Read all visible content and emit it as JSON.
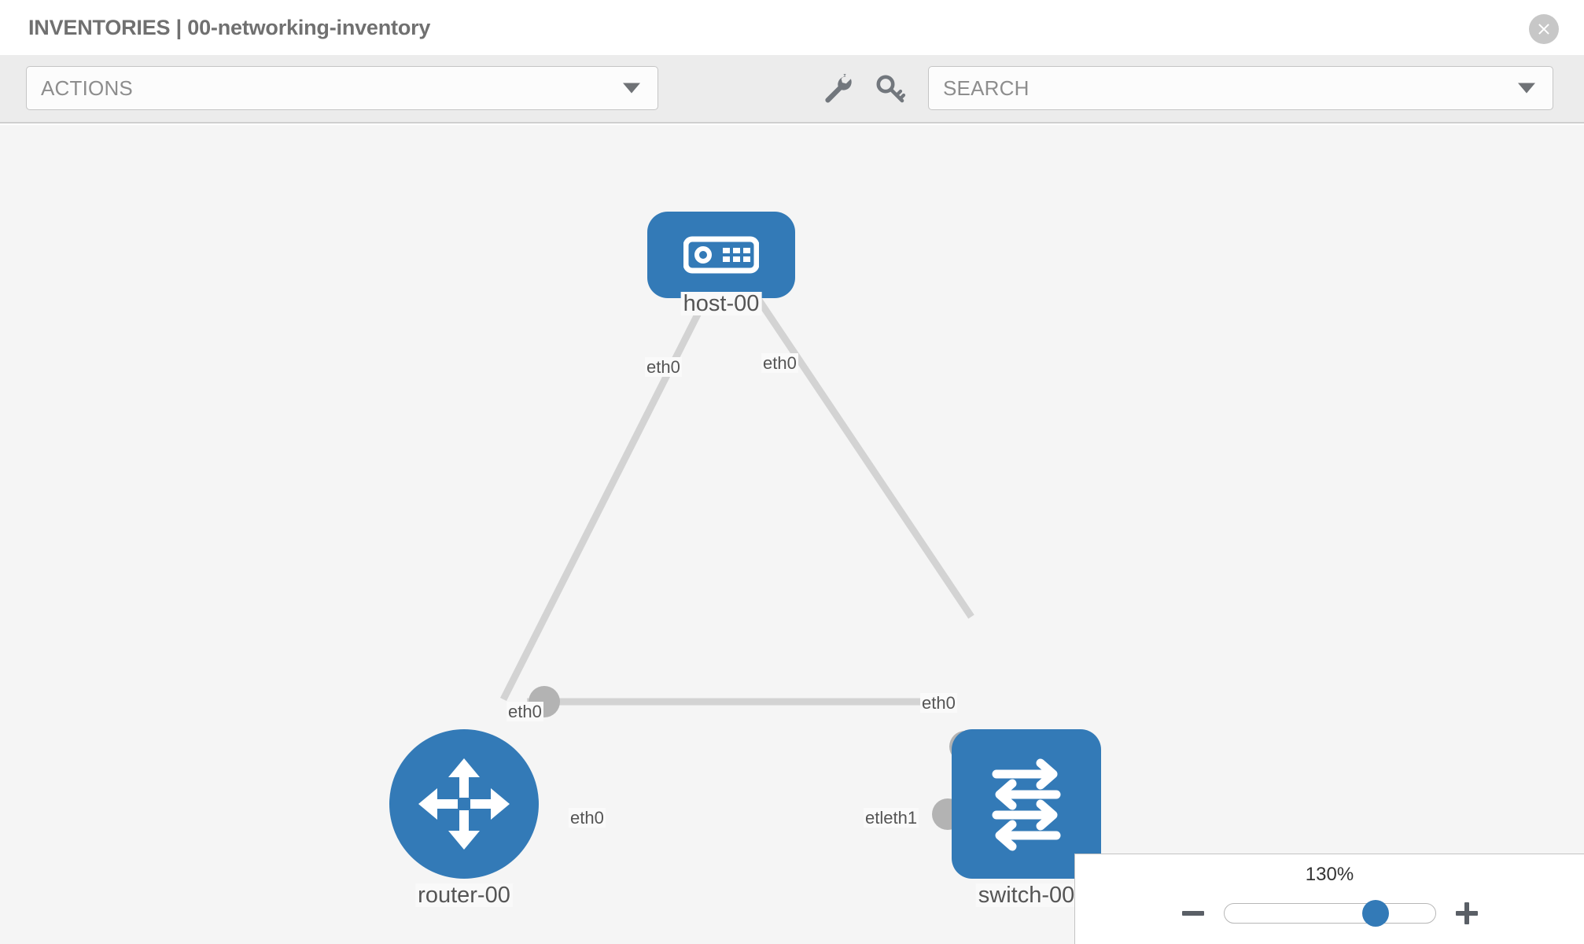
{
  "header": {
    "title": "INVENTORIES | 00-networking-inventory",
    "close_icon": "close-circle-icon"
  },
  "toolbar": {
    "actions_label": "ACTIONS",
    "actions_caret": "chevron-down-icon",
    "wrench_icon": "wrench-icon",
    "key_icon": "key-icon",
    "search_placeholder": "SEARCH",
    "search_caret": "chevron-down-icon"
  },
  "colors": {
    "node_blue": "#337ab7",
    "nub_gray": "#b3b3b3",
    "edge_gray": "#d2d2d2",
    "canvas_bg": "#f5f5f5",
    "toolbar_bg": "#ececec",
    "title_gray": "#707070"
  },
  "topology": {
    "nodes": [
      {
        "id": "host-00",
        "label": "host-00",
        "type": "host",
        "icon": "server-icon"
      },
      {
        "id": "router-00",
        "label": "router-00",
        "type": "router",
        "icon": "router-arrows-icon"
      },
      {
        "id": "switch-00",
        "label": "switch-00",
        "type": "switch",
        "icon": "switch-arrows-icon"
      }
    ],
    "interfaces": {
      "host_left": "eth0",
      "host_right": "eth0",
      "router_up": "eth0",
      "router_right": "eth0",
      "switch_up": "eth0",
      "switch_left_overlap": "etleth1"
    },
    "links": [
      {
        "from": "host-00",
        "from_iface": "eth0",
        "to": "router-00",
        "to_iface": "eth0"
      },
      {
        "from": "host-00",
        "from_iface": "eth0",
        "to": "switch-00",
        "to_iface": "eth0"
      },
      {
        "from": "router-00",
        "from_iface": "eth0",
        "to": "switch-00",
        "to_iface": "eth1"
      }
    ]
  },
  "zoom": {
    "level_label": "130%",
    "minus_label": "minus-icon",
    "plus_label": "plus-icon",
    "thumb_percent": 72
  }
}
